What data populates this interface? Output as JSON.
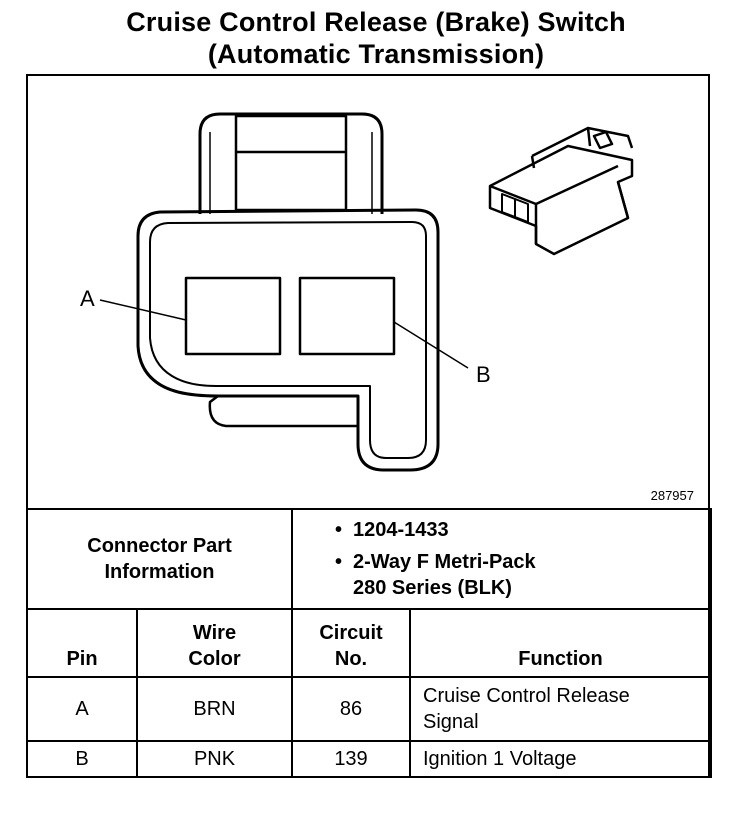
{
  "title": {
    "line1": "Cruise Control Release (Brake) Switch",
    "line2": "(Automatic Transmission)"
  },
  "diagram": {
    "pin_labels": [
      "A",
      "B"
    ],
    "figure_number": "287957"
  },
  "connector": {
    "label": "Connector Part Information",
    "label_line1": "Connector Part",
    "label_line2": "Information",
    "part_number": "1204-1433",
    "description_line1": "2-Way F Metri-Pack",
    "description_line2": "280 Series (BLK)",
    "bullet": "•"
  },
  "table": {
    "headers": {
      "pin": "Pin",
      "wire_color_line1": "Wire",
      "wire_color_line2": "Color",
      "circuit_line1": "Circuit",
      "circuit_line2": "No.",
      "function": "Function"
    },
    "rows": [
      {
        "pin": "A",
        "wire_color": "BRN",
        "circuit": "86",
        "function_line1": "Cruise Control Release",
        "function_line2": "Signal"
      },
      {
        "pin": "B",
        "wire_color": "PNK",
        "circuit": "139",
        "function_line1": "Ignition 1 Voltage",
        "function_line2": ""
      }
    ]
  }
}
